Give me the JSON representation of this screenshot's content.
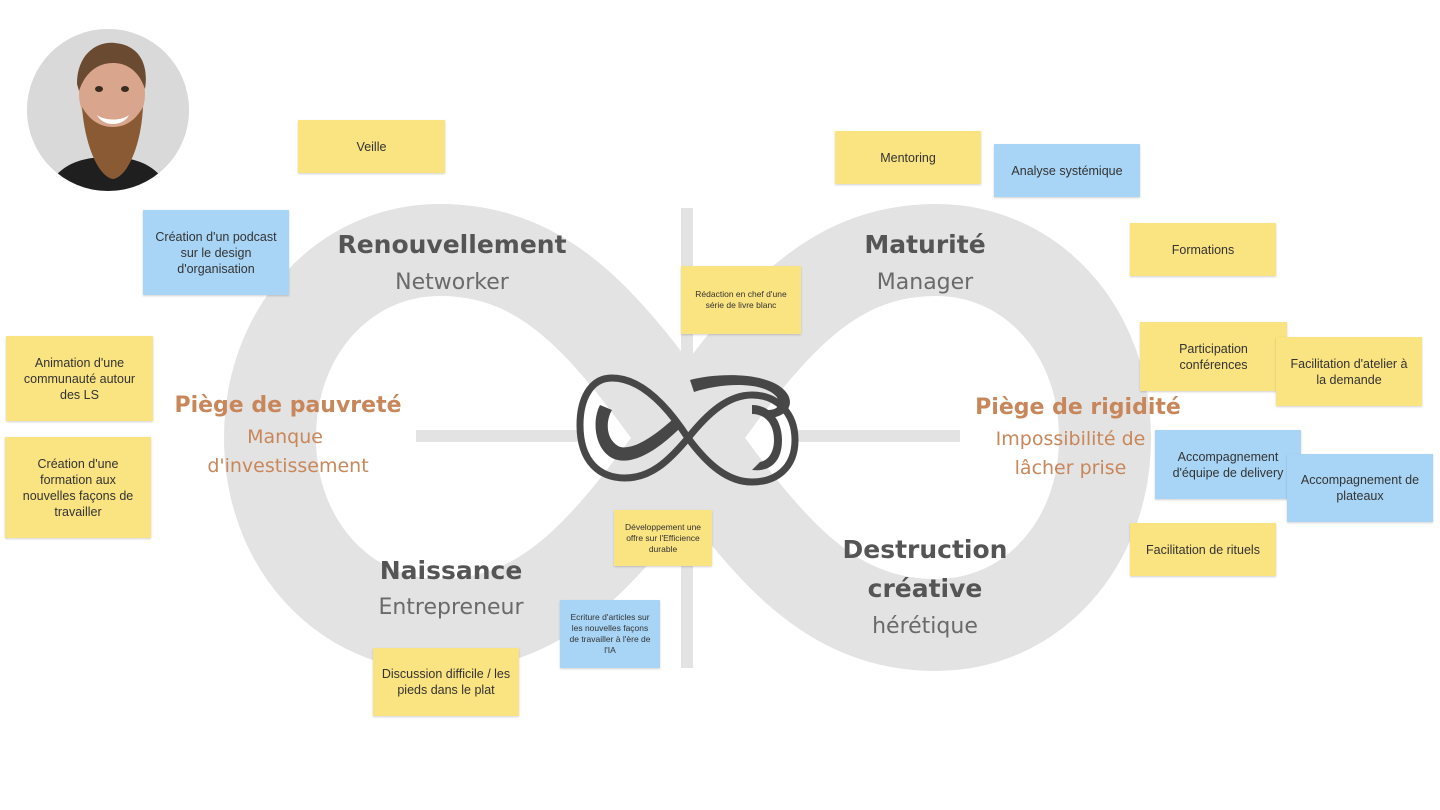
{
  "colors": {
    "yellow_note": "#fae381",
    "blue_note": "#a8d5f6",
    "infinity_band": "#e3e3e3",
    "trap_text": "#c8875a",
    "title_text": "#555555"
  },
  "avatar": {
    "icon": "person-photo"
  },
  "quadrants": {
    "top_left": {
      "title": "Renouvellement",
      "subtitle": "Networker"
    },
    "top_right": {
      "title": "Maturité",
      "subtitle": "Manager"
    },
    "bottom_left": {
      "title": "Naissance",
      "subtitle": "Entrepreneur"
    },
    "bottom_right": {
      "title_line1": "Destruction",
      "title_line2": "créative",
      "subtitle": "hérétique"
    }
  },
  "traps": {
    "left": {
      "title": "Piège de pauvreté",
      "line1": "Manque",
      "line2": "d'investissement"
    },
    "right": {
      "title": "Piège de rigidité",
      "line1": "Impossibilité de",
      "line2": "lâcher prise"
    }
  },
  "stickies": {
    "veille": "Veille",
    "podcast": "Création d'un podcast sur le design d'organisation",
    "communaute": "Animation d'une communauté autour des LS",
    "formation_aux": "Création d'une formation aux nouvelles façons de travailler",
    "discussion": "Discussion difficile / les pieds dans le plat",
    "ecriture": "Ecriture d'articles sur les nouvelles façons de travailler à l'ère de l'IA",
    "developpement": "Développement une offre sur l'Efficience durable",
    "redaction": "Rédaction en chef d'une série de livre blanc",
    "mentoring": "Mentoring",
    "analyse": "Analyse systémique",
    "formations": "Formations",
    "participation": "Participation conférences",
    "facilitation_atelier": "Facilitation d'atelier à la demande",
    "accompagnement_delivery": "Accompagnement d'équipe de delivery",
    "accompagnement_plateaux": "Accompagnement de plateaux",
    "facilitation_rituels": "Facilitation de rituels"
  }
}
